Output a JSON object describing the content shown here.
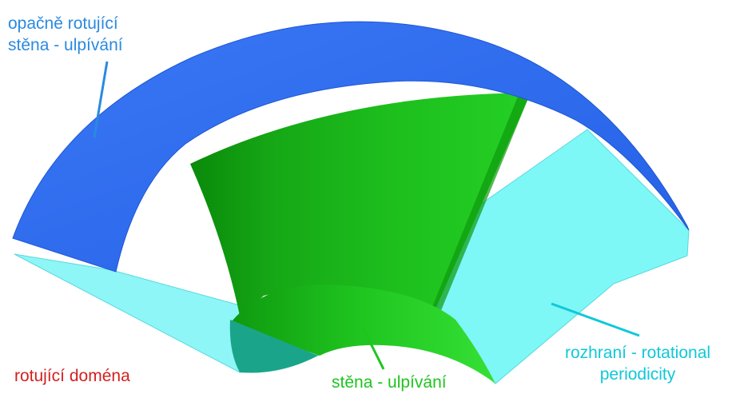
{
  "colors": {
    "outer_wall": "#2e6ef0",
    "outer_wall_edge": "#1d57d4",
    "blade_wall": "#18b818",
    "blade_dark": "#0a8a0a",
    "hub": "#1fc41f",
    "interface": "#7ef7f7",
    "interface_edge": "#5ad8e0",
    "overlap": "#1aa58a",
    "label_outer_wall": "#2a8ae0",
    "label_interface": "#10c8d8",
    "label_domain": "#d42020",
    "label_blade": "#1fc41f"
  },
  "labels": {
    "outer_wall": [
      "opačně rotující",
      "stěna - ulpívání"
    ],
    "interface": [
      "rozhraní - rotational",
      "periodicity"
    ],
    "domain": "rotující doména",
    "blade_wall": "stěna - ulpívání"
  }
}
